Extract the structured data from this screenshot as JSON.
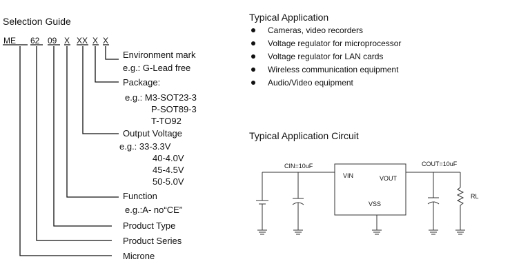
{
  "selection_guide": {
    "title": "Selection Guide",
    "code": [
      "ME",
      "62",
      "09",
      "X",
      "XX",
      "X",
      "X"
    ],
    "labels": {
      "environment_mark": "Environment mark",
      "environment_eg": "e.g.: G-Lead free",
      "package": "Package:",
      "package_eg_1": "e.g.: M3-SOT23-3",
      "package_eg_2": "P-SOT89-3",
      "package_eg_3": "T-TO92",
      "output_voltage": "Output Voltage",
      "voltage_eg_1": "e.g.: 33-3.3V",
      "voltage_eg_2": "40-4.0V",
      "voltage_eg_3": "45-4.5V",
      "voltage_eg_4": "50-5.0V",
      "function": "Function",
      "function_eg": "e.g.:A- no“CE”",
      "product_type": "Product Type",
      "product_series": "Product Series",
      "microne": "Microne"
    }
  },
  "typical_application": {
    "title": "Typical Application",
    "items": [
      "Cameras, video recorders",
      "Voltage regulator for microprocessor",
      "Voltage regulator for LAN cards",
      "Wireless communication equipment",
      "Audio/Video equipment"
    ]
  },
  "circuit": {
    "title": "Typical Application Circuit",
    "cin": "CIN=10uF",
    "cout": "COUT=10uF",
    "vin": "VIN",
    "vout": "VOUT",
    "vss": "VSS",
    "rl": "RL"
  }
}
